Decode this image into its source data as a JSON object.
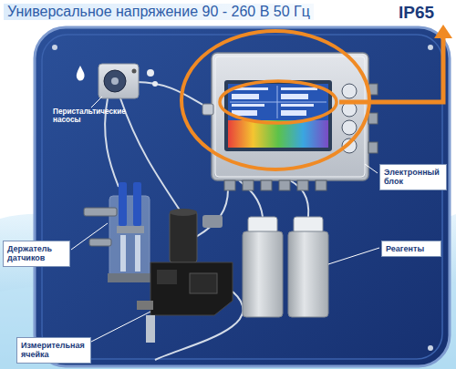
{
  "diagram": {
    "title": "Универсальное напряжение 90 - 260 В 50 Гц",
    "nodes": [
      {
        "text": [
          "Перистальтические насосы"
        ]
      },
      {
        "text": [
          "Электронный блок"
        ]
      },
      {
        "text": [
          "Держатель датчиков"
        ]
      },
      {
        "text": [
          "Реагенты"
        ]
      },
      {
        "text": [
          "Измерительная ячейка"
        ]
      }
    ],
    "labels": [
      "IP65"
    ]
  }
}
